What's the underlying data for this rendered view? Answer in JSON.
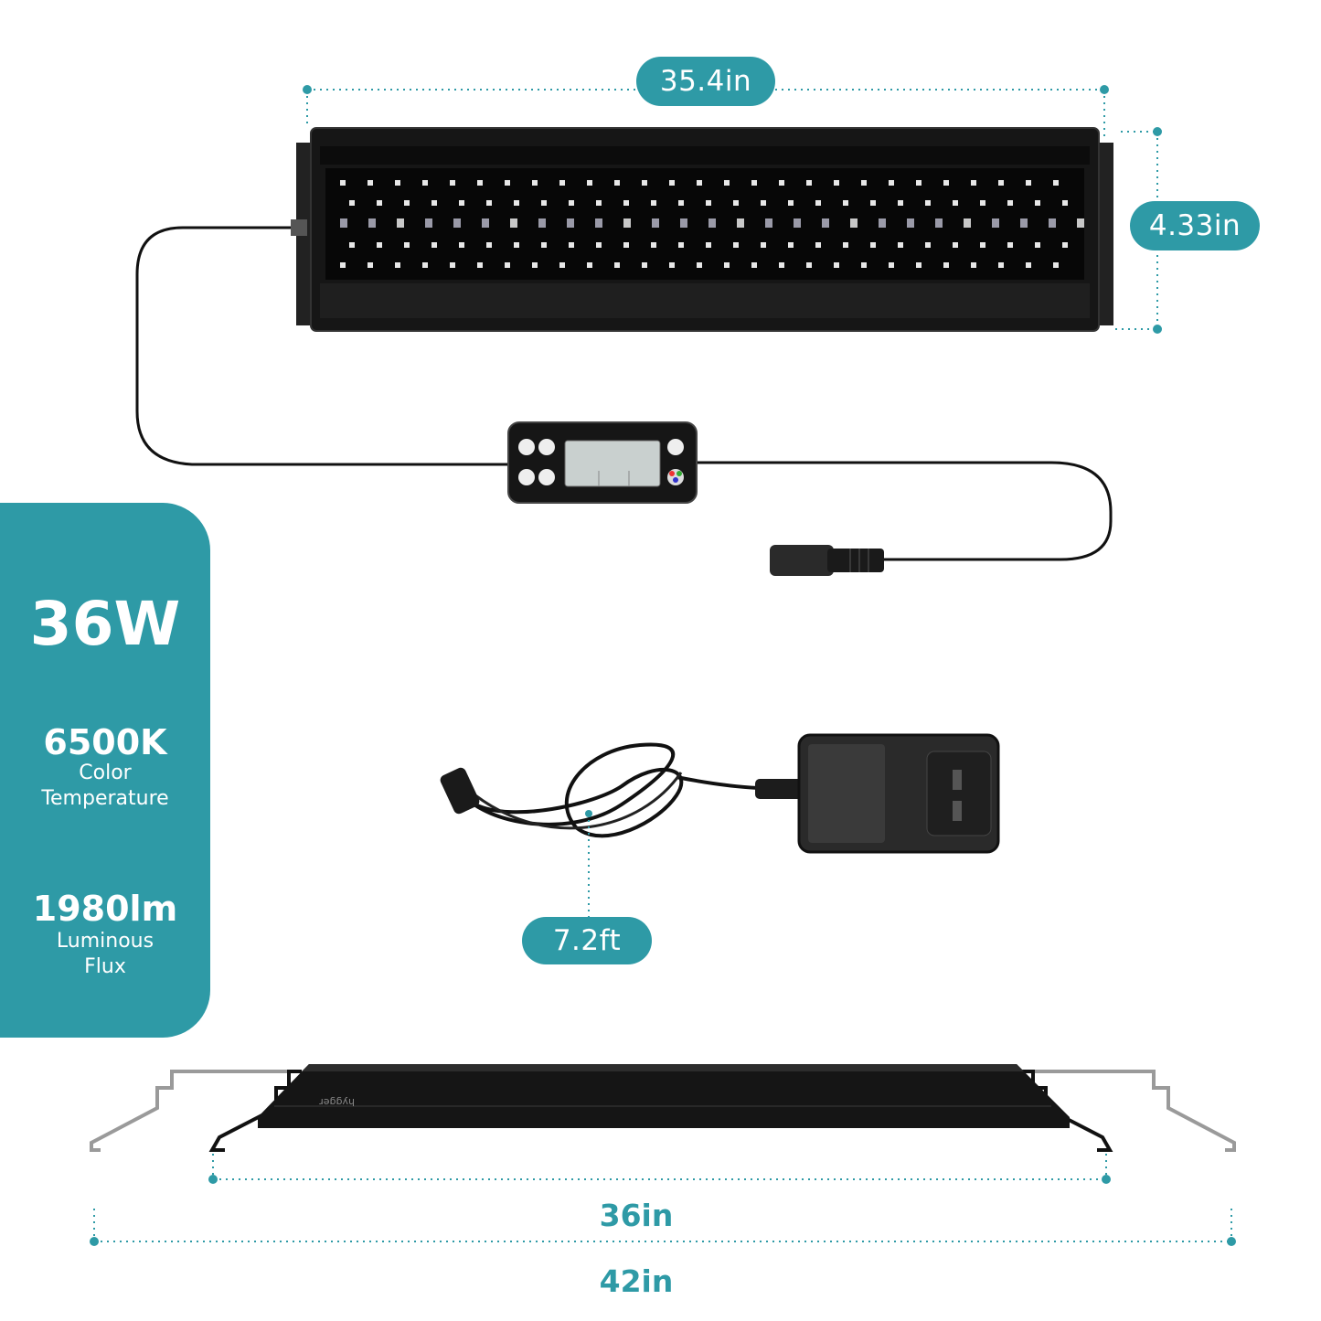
{
  "dimensions": {
    "light_length": "35.4in",
    "light_height": "4.33in",
    "cord_length": "7.2ft",
    "bracket_min": "36in",
    "bracket_max": "42in"
  },
  "specs": {
    "power": "36W",
    "color_temp_value": "6500K",
    "color_temp_label_1": "Color",
    "color_temp_label_2": "Temperature",
    "lumens_value": "1980lm",
    "lumens_label_1": "Luminous",
    "lumens_label_2": "Flux"
  },
  "colors": {
    "accent": "#2e9aa6",
    "device": "#111111"
  }
}
